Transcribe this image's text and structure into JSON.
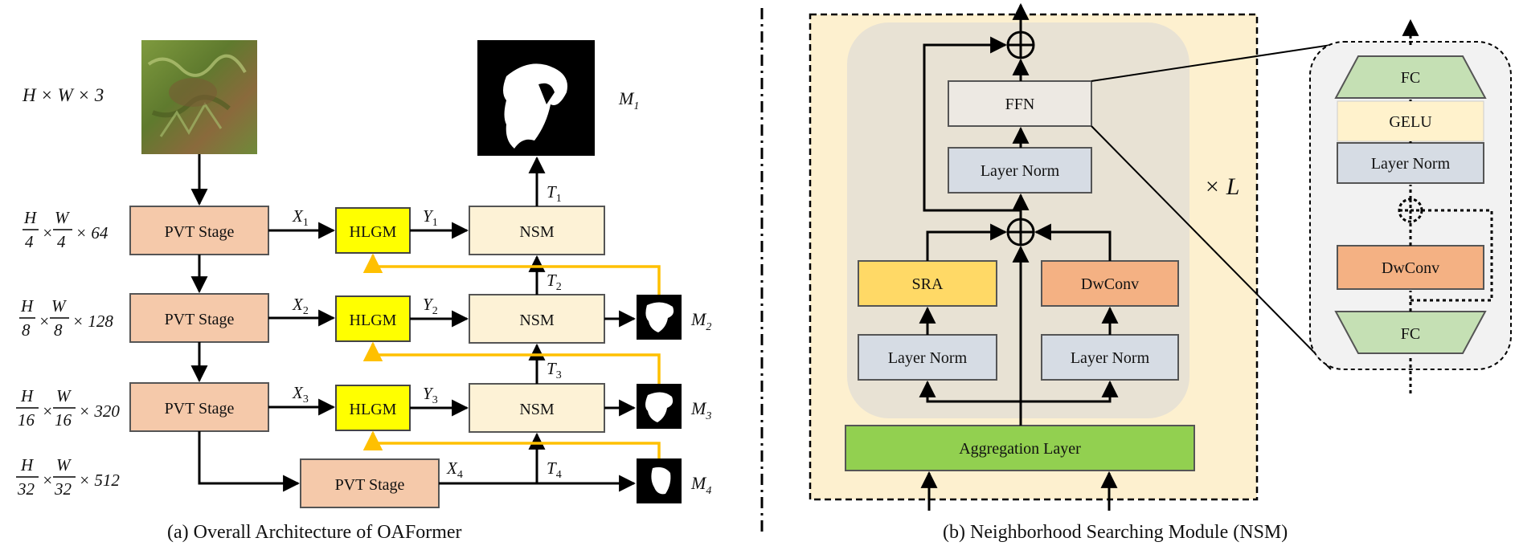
{
  "left_panel": {
    "caption": "(a) Overall Architecture of OAFormer",
    "input_dim": "H × W × 3",
    "stage_dims": [
      {
        "h": "H",
        "hd": "4",
        "w": "W",
        "wd": "4",
        "c": "× 64"
      },
      {
        "h": "H",
        "hd": "8",
        "w": "W",
        "wd": "8",
        "c": "× 128"
      },
      {
        "h": "H",
        "hd": "16",
        "w": "W",
        "wd": "16",
        "c": "× 320"
      },
      {
        "h": "H",
        "hd": "32",
        "w": "W",
        "wd": "32",
        "c": "× 512"
      }
    ],
    "pvt_label": "PVT Stage",
    "hlgm_label": "HLGM",
    "nsm_label": "NSM",
    "x_labels": [
      {
        "base": "X",
        "sub": "1"
      },
      {
        "base": "X",
        "sub": "2"
      },
      {
        "base": "X",
        "sub": "3"
      },
      {
        "base": "X",
        "sub": "4"
      }
    ],
    "y_labels": [
      {
        "base": "Y",
        "sub": "1"
      },
      {
        "base": "Y",
        "sub": "2"
      },
      {
        "base": "Y",
        "sub": "3"
      }
    ],
    "t_labels": [
      {
        "base": "T",
        "sub": "1"
      },
      {
        "base": "T",
        "sub": "2"
      },
      {
        "base": "T",
        "sub": "3"
      },
      {
        "base": "T",
        "sub": "4"
      }
    ],
    "m_labels": [
      {
        "base": "M",
        "sub": "1"
      },
      {
        "base": "M",
        "sub": "2"
      },
      {
        "base": "M",
        "sub": "3"
      },
      {
        "base": "M",
        "sub": "4"
      }
    ]
  },
  "right_panel": {
    "caption": "(b) Neighborhood Searching Module (NSM)",
    "ffn_label": "FFN",
    "layer_norm_label": "Layer Norm",
    "sra_label": "SRA",
    "dwconv_label": "DwConv",
    "aggregation_label": "Aggregation Layer",
    "repeat_label": "× L",
    "detail": {
      "fc_top": "FC",
      "gelu": "GELU",
      "layer_norm": "Layer Norm",
      "dwconv": "DwConv",
      "fc_bottom": "FC"
    }
  },
  "colors": {
    "pvt_fill": "#f5c9aa",
    "hlgm_fill": "#ffff00",
    "nsm_fill": "#fdf2d6",
    "feedback_arrow": "#ffc000",
    "nsm_panel_bg": "#fdf0cf",
    "inner_panel_bg": "#e8e2d4",
    "sra_fill": "#ffd966",
    "dwconv_fill": "#f4b183",
    "layer_norm_fill": "#d6dce4",
    "aggregation_fill": "#92d050",
    "fc_fill": "#c5e0b4",
    "gelu_fill": "#fff2cc",
    "ffn_fill": "#ede9e3"
  }
}
